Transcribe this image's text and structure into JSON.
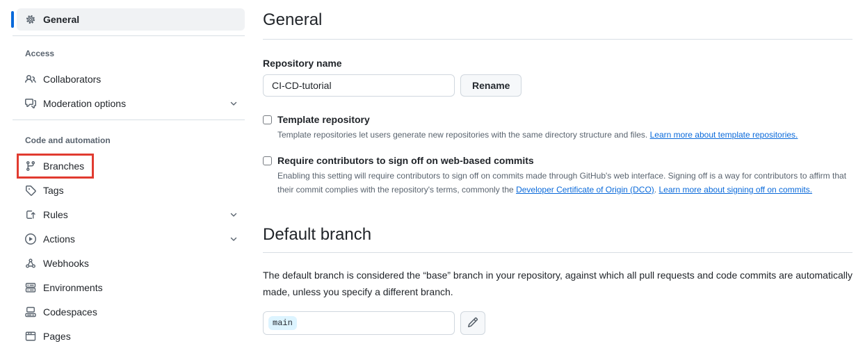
{
  "colors": {
    "accent_blue": "#0969da",
    "link_blue": "#0969da",
    "annotation_red": "#e13b30",
    "muted_text": "#59636e",
    "branch_chip_bg": "#ddf4ff"
  },
  "sidebar": {
    "selected_item": {
      "label": "General",
      "icon": "gear-icon"
    },
    "sections": [
      {
        "label": "Access",
        "items": [
          {
            "label": "Collaborators",
            "icon": "people-icon",
            "chevron": false
          },
          {
            "label": "Moderation options",
            "icon": "comment-discussion-icon",
            "chevron": true
          }
        ]
      },
      {
        "label": "Code and automation",
        "items": [
          {
            "label": "Branches",
            "icon": "git-branch-icon",
            "chevron": false,
            "annotated": "red-highlight-box"
          },
          {
            "label": "Tags",
            "icon": "tag-icon",
            "chevron": false
          },
          {
            "label": "Rules",
            "icon": "rules-icon",
            "chevron": true
          },
          {
            "label": "Actions",
            "icon": "play-icon",
            "chevron": true
          },
          {
            "label": "Webhooks",
            "icon": "webhook-icon",
            "chevron": false
          },
          {
            "label": "Environments",
            "icon": "server-icon",
            "chevron": false
          },
          {
            "label": "Codespaces",
            "icon": "codespaces-icon",
            "chevron": false
          },
          {
            "label": "Pages",
            "icon": "browser-icon",
            "chevron": false
          }
        ]
      }
    ]
  },
  "main": {
    "title": "General",
    "repo_name": {
      "label": "Repository name",
      "value": "CI-CD-tutorial",
      "button_label": "Rename"
    },
    "template_checkbox": {
      "label": "Template repository",
      "checked": false,
      "note": "Template repositories let users generate new repositories with the same directory structure and files.",
      "link": "Learn more about template repositories."
    },
    "signoff_checkbox": {
      "label": "Require contributors to sign off on web-based commits",
      "checked": false,
      "note_before": "Enabling this setting will require contributors to sign off on commits made through GitHub's web interface. Signing off is a way for contributors to affirm that their commit complies with the repository's terms, commonly the ",
      "link1": "Developer Certificate of Origin (DCO)",
      "separator": ". ",
      "link2": "Learn more about signing off on commits."
    },
    "default_branch": {
      "title": "Default branch",
      "description": "The default branch is considered the “base” branch in your repository, against which all pull requests and code commits are automatically made, unless you specify a different branch.",
      "value": "main",
      "edit_icon": "pencil-icon"
    }
  }
}
